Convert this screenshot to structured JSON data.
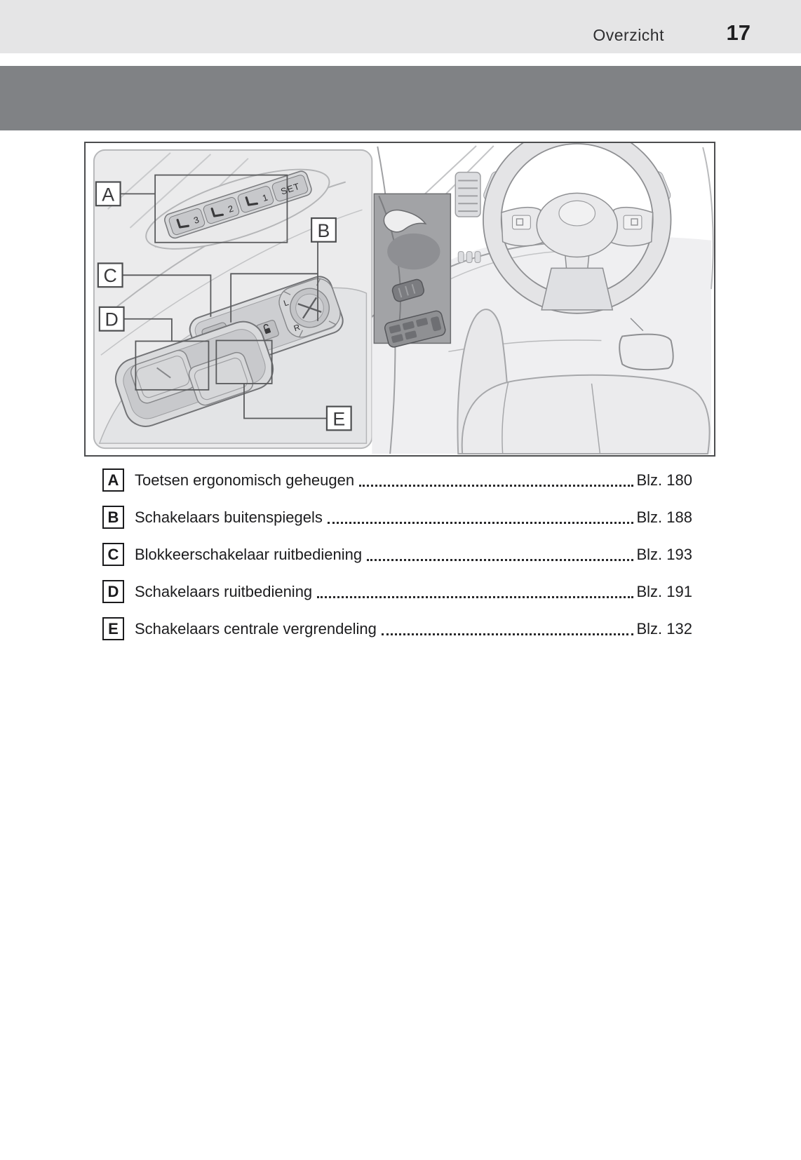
{
  "header": {
    "section_title": "Overzicht",
    "page_number": "17"
  },
  "figure": {
    "callout_labels": [
      "A",
      "B",
      "C",
      "D",
      "E"
    ],
    "memory_button_labels": [
      "3",
      "2",
      "1",
      "SET"
    ],
    "mirror_selector_labels": [
      "L",
      "R"
    ]
  },
  "legend": {
    "items": [
      {
        "key": "A",
        "label": "Toetsen ergonomisch geheugen",
        "page_ref": "Blz. 180"
      },
      {
        "key": "B",
        "label": "Schakelaars buitenspiegels",
        "page_ref": "Blz. 188"
      },
      {
        "key": "C",
        "label": "Blokkeerschakelaar ruitbediening",
        "page_ref": "Blz. 193"
      },
      {
        "key": "D",
        "label": "Schakelaars ruitbediening",
        "page_ref": "Blz. 191"
      },
      {
        "key": "E",
        "label": "Schakelaars centrale vergrendeling",
        "page_ref": "Blz. 132"
      }
    ]
  },
  "colors": {
    "header_bg": "#e5e5e6",
    "banner": "#808285",
    "frame_border": "#4c4d4f",
    "text": "#1c1c1e",
    "highlight_panel": "#a2a3a6"
  }
}
